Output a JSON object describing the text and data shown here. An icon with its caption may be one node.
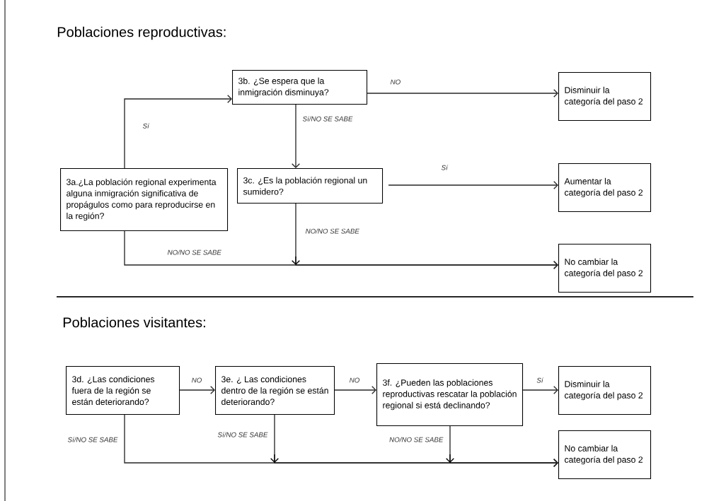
{
  "diagram": {
    "nodes": [
      {
        "text": [
          "3b. ¿Se espera que la inmigración disminuya?"
        ]
      },
      {
        "text": [
          "Disminuir la categoría del paso 2"
        ]
      },
      {
        "text": [
          "3a.¿La población regional experimenta alguna inmigración significativa de propágulos como para reproducirse en la región?"
        ]
      },
      {
        "text": [
          "3c. ¿Es la población regional un sumidero?"
        ]
      },
      {
        "text": [
          "Aumentar la categoría del paso 2"
        ]
      },
      {
        "text": [
          "No cambiar la categoría del paso 2"
        ]
      },
      {
        "text": [
          "3d. ¿Las condiciones fuera de la región se están deteriorando?"
        ]
      },
      {
        "text": [
          "3e. ¿ Las condiciones dentro de la región se están deteriorando?"
        ]
      },
      {
        "text": [
          "3f. ¿Pueden las poblaciones reproductivas rescatar la población regional si está declinando?"
        ]
      },
      {
        "text": [
          "Disminuir la categoría del paso 2"
        ]
      },
      {
        "text": [
          "No cambiar la categoría del paso 2"
        ]
      }
    ],
    "edges": [
      {
        "from": 2,
        "to": 0,
        "arrow": "to",
        "label": "Sí"
      },
      {
        "from": 0,
        "to": 1,
        "arrow": "to",
        "label": "NO"
      },
      {
        "from": 0,
        "to": 3,
        "arrow": "to",
        "label": "Sí/NO SE SABE"
      },
      {
        "from": 3,
        "to": 4,
        "arrow": "to",
        "label": "Sí"
      },
      {
        "from": 3,
        "to": 5,
        "arrow": "to",
        "label": "NO/NO SE SABE"
      },
      {
        "from": 2,
        "to": 5,
        "arrow": "to",
        "label": "NO/NO SE SABE"
      },
      {
        "from": 6,
        "to": 7,
        "arrow": "to",
        "label": "NO"
      },
      {
        "from": 7,
        "to": 8,
        "arrow": "to",
        "label": "NO"
      },
      {
        "from": 8,
        "to": 9,
        "arrow": "to",
        "label": "Sí"
      },
      {
        "from": 6,
        "to": 10,
        "arrow": "to",
        "label": "Sí/NO SE SABE"
      },
      {
        "from": 7,
        "to": 10,
        "arrow": "to",
        "label": "Sí/NO SE SABE"
      },
      {
        "from": 8,
        "to": 10,
        "arrow": "to",
        "label": "NO/NO SE SABE"
      }
    ],
    "labels": [
      "Poblaciones reproductivas:",
      "Poblaciones visitantes:"
    ]
  }
}
